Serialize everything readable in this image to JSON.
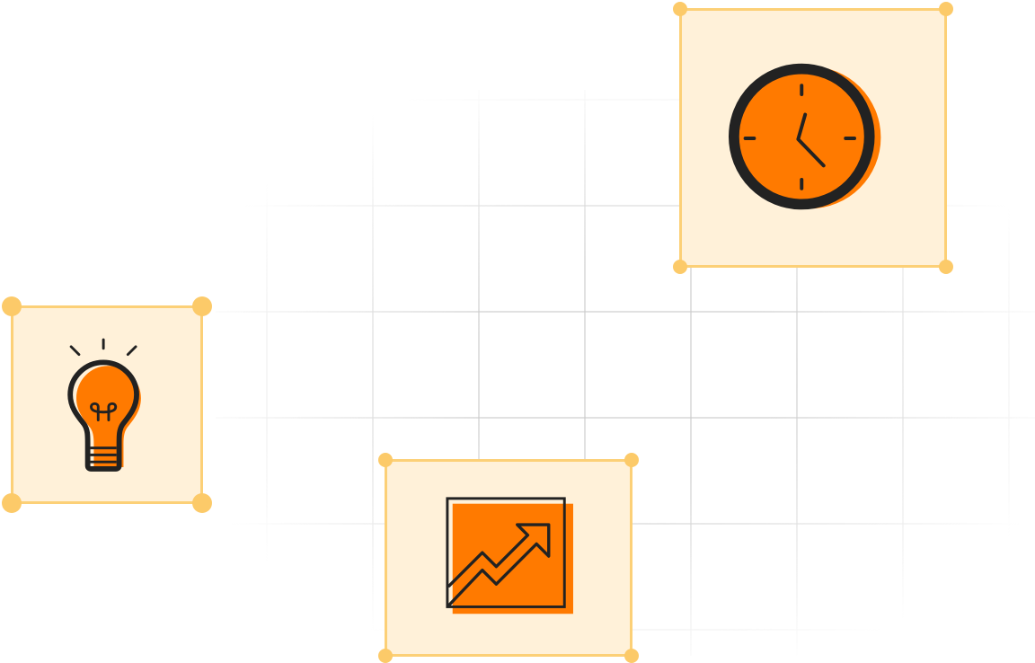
{
  "colors": {
    "frame_border": "#fcd077",
    "frame_fill": "#fff1d9",
    "handle": "#fcca69",
    "accent_orange": "#ff7a00",
    "outline_dark": "#222222",
    "grid_line": "#cccccc"
  },
  "cards": [
    {
      "id": "bulb",
      "icon": "lightbulb-icon"
    },
    {
      "id": "chart",
      "icon": "growth-chart-icon"
    },
    {
      "id": "clock",
      "icon": "clock-icon"
    }
  ]
}
